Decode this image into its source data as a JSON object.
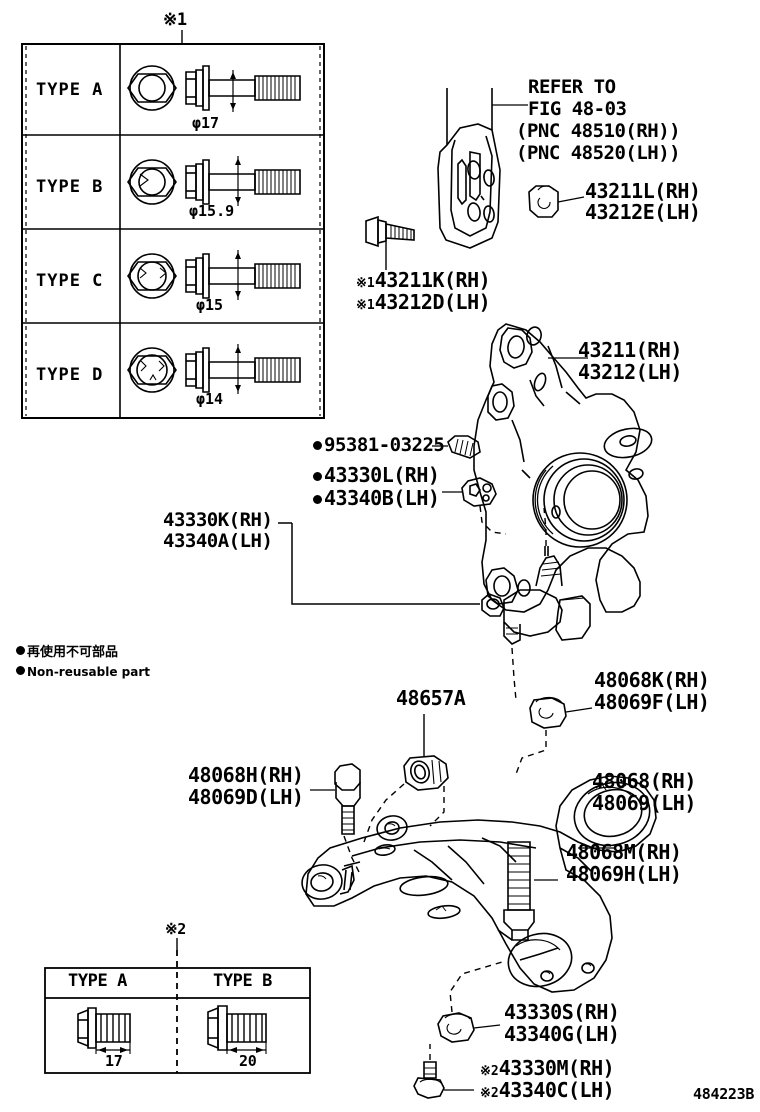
{
  "diagram": {
    "figure_number": "484223B",
    "legend": {
      "japanese": "再使用不可部品",
      "english": "Non-reusable part",
      "bullet": "filled-circle"
    }
  },
  "table_top": {
    "marker": "※1",
    "rows": [
      {
        "type_label": "TYPE A",
        "dimension": "φ17"
      },
      {
        "type_label": "TYPE B",
        "dimension": "φ15.9"
      },
      {
        "type_label": "TYPE C",
        "dimension": "φ15"
      },
      {
        "type_label": "TYPE D",
        "dimension": "φ14"
      }
    ]
  },
  "table_bottom": {
    "marker": "※2",
    "columns": [
      {
        "type_label": "TYPE A",
        "dimension": "17"
      },
      {
        "type_label": "TYPE B",
        "dimension": "20"
      }
    ]
  },
  "callouts": {
    "refer_to": {
      "line1": "REFER TO",
      "line2": "FIG 48-03",
      "line3": "(PNC 48510(RH))",
      "line4": "(PNC 48520(LH))"
    },
    "nut_43211L": {
      "rh": "43211L(RH)",
      "lh": "43212E(LH)"
    },
    "bolt_43211K": {
      "mark": "※1",
      "rh": "43211K(RH)",
      "lh": "43212D(LH)"
    },
    "knuckle_43211": {
      "rh": "43211(RH)",
      "lh": "43212(LH)"
    },
    "clip_95381": {
      "text": "95381-03225",
      "nonreusable": true
    },
    "bracket_43330L": {
      "rh": "43330L(RH)",
      "lh": "43340B(LH)",
      "nonreusable": true
    },
    "balljoint_43330K": {
      "rh": "43330K(RH)",
      "lh": "43340A(LH)"
    },
    "bushing_48657A": {
      "text": "48657A"
    },
    "nut_48068K": {
      "rh": "48068K(RH)",
      "lh": "48069F(LH)"
    },
    "arm_48068": {
      "rh": "48068(RH)",
      "lh": "48069(LH)"
    },
    "bolt_48068H": {
      "rh": "48068H(RH)",
      "lh": "48069D(LH)"
    },
    "bolt_48068M": {
      "rh": "48068M(RH)",
      "lh": "48069H(LH)"
    },
    "nut_43330S": {
      "rh": "43330S(RH)",
      "lh": "43340G(LH)"
    },
    "bolt_43330M": {
      "mark": "※2",
      "rh": "43330M(RH)",
      "lh": "43340C(LH)"
    }
  }
}
